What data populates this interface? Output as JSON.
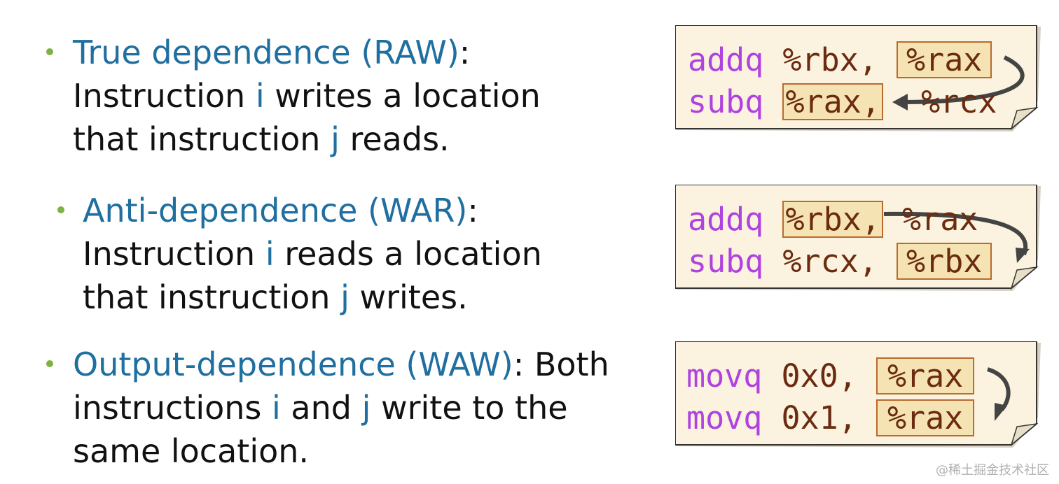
{
  "bullets": [
    {
      "term": "True dependence (RAW)",
      "colon": ":",
      "line1_rest": "",
      "line2": [
        "Instruction ",
        "i",
        " writes a location"
      ],
      "line3": [
        "that instruction ",
        "j",
        " reads."
      ]
    },
    {
      "term": "Anti-dependence (WAR)",
      "colon": ":",
      "line1_rest": "",
      "line2": [
        "Instruction ",
        "i",
        " reads a location"
      ],
      "line3": [
        "that instruction ",
        "j",
        " writes."
      ]
    },
    {
      "term": "Output-dependence (WAW)",
      "colon": ": Both",
      "line2": [
        "instructions ",
        "i",
        " and ",
        "j",
        " write to the"
      ],
      "line3": [
        "same location."
      ]
    }
  ],
  "cards": [
    {
      "line1": {
        "op": "addq",
        "a": "%rbx,",
        "b": "%rax"
      },
      "line2": {
        "op": "subq",
        "a": "%rax,",
        "b": "%rcx"
      }
    },
    {
      "line1": {
        "op": "addq",
        "a": "%rbx,",
        "b": "%rax"
      },
      "line2": {
        "op": "subq",
        "a": "%rcx,",
        "b": "%rbx"
      }
    },
    {
      "line1": {
        "op": "movq",
        "a": "0x0,",
        "b": "%rax"
      },
      "line2": {
        "op": "movq",
        "a": "0x1,",
        "b": "%rax"
      }
    }
  ],
  "watermark": "@稀土掘金技术社区",
  "colors": {
    "term": "#1f6fa0",
    "bullet_dot": "#7cb342",
    "opcode": "#b042e0",
    "operand": "#6b2b10",
    "highlight": "#f6e3b4",
    "card": "#fbf3df"
  }
}
